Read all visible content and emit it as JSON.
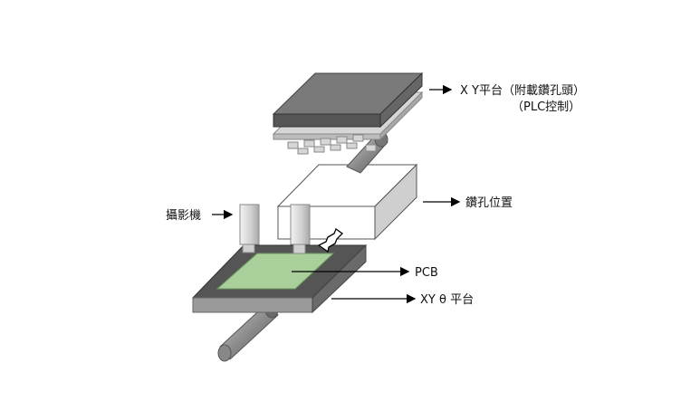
{
  "labels": {
    "xy_stage": "X Y平台（附載鑽孔頭）",
    "plc_control": "（PLC控制）",
    "drill_position": "鑽孔位置",
    "camera": "攝影機",
    "pcb": "PCB",
    "xy_theta_stage": "XY θ 平台"
  },
  "colors": {
    "stage_top": "#7a7a7a",
    "stage_side": "#555555",
    "plate_light": "#d6d6d6",
    "board_top": "#555555",
    "board_side": "#9a9a9a",
    "pcb_green": "#a9cf9a",
    "block_white": "#ffffff",
    "block_side": "#cfcfcf"
  },
  "icons": {
    "arrow": "right-arrow-icon",
    "double_arrow": "double-headed-arrow-icon"
  }
}
